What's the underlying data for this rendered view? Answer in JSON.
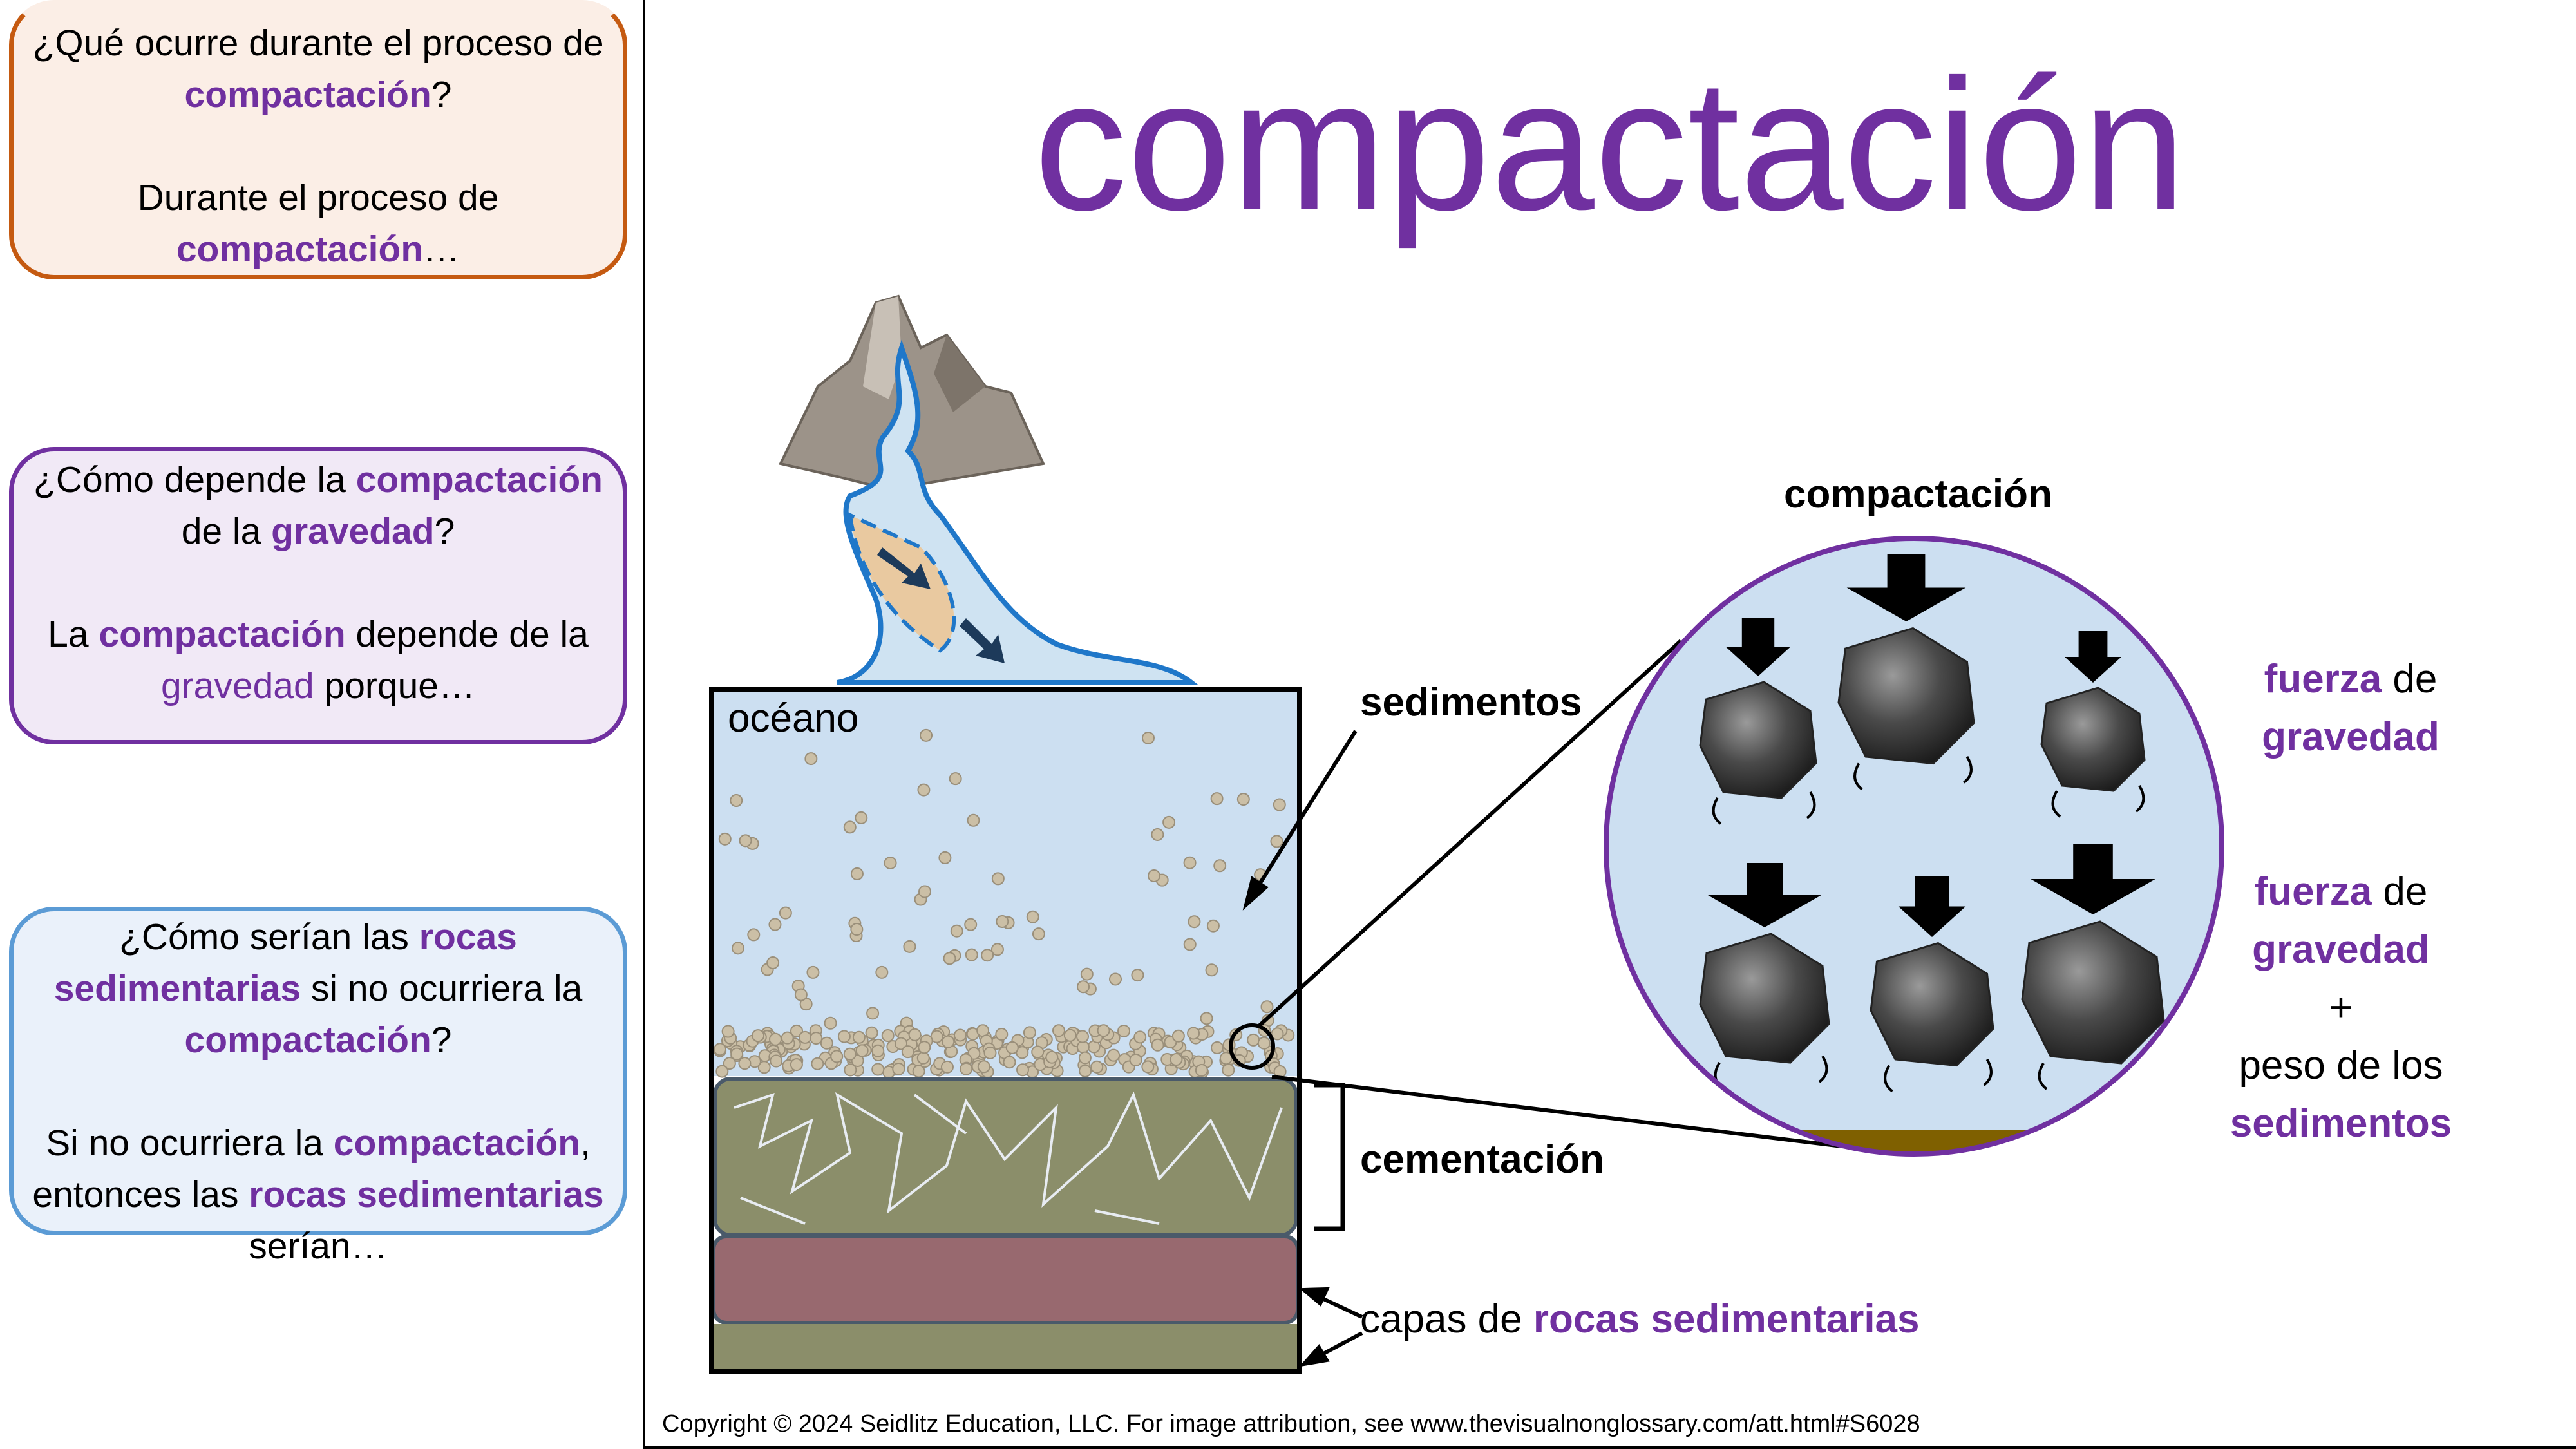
{
  "title": "compactación",
  "questions": [
    {
      "q_pre": "¿Qué ocurre durante el proceso de ",
      "q_term": "compactación",
      "q_post": "?",
      "a_pre": "Durante el proceso de ",
      "a_term": "compactación",
      "a_post": "…"
    },
    {
      "q_pre": "¿Cómo depende la ",
      "q_term": "compactación",
      "q_mid": " de la ",
      "q_term2": "gravedad",
      "q_post": "?",
      "a_pre": "La ",
      "a_term": "compactación",
      "a_mid": " depende de la ",
      "a_term2": "gravedad",
      "a_post": " porque…"
    },
    {
      "q_pre": "¿Cómo serían las ",
      "q_term": "rocas sedimentarias",
      "q_mid": " si no ocurriera la ",
      "q_term2": "compactación",
      "q_post": "?",
      "a_pre": "Si no ocurriera la ",
      "a_term": "compactación",
      "a_mid": ", entonces las ",
      "a_term2": "rocas sedimentarias",
      "a_post": " serían…"
    }
  ],
  "diagram": {
    "ocean": "océano",
    "sediments": "sedimentos",
    "cementation": "cementación",
    "layers_pre": "capas de ",
    "layers_term": "rocas sedimentarias",
    "zoom_title": "compactación",
    "force1_term": "fuerza",
    "force1_mid": " de",
    "force1_term2": "gravedad",
    "force2_term": "fuerza",
    "force2_mid": " de",
    "force2_term2": "gravedad",
    "force2_plus": "+",
    "force2_weight": "peso de los",
    "force2_term3": "sedimentos"
  },
  "colors": {
    "purple": "#7030A0",
    "orange": "#C55A11",
    "blue": "#5B9BD5",
    "water": "#CCDFF1",
    "cement": "#8B8E6A",
    "rock_layer": "#98696F"
  },
  "copyright": "Copyright © 2024 Seidlitz Education, LLC.  For image attribution, see www.thevisualnonglossary.com/att.html#S6028"
}
